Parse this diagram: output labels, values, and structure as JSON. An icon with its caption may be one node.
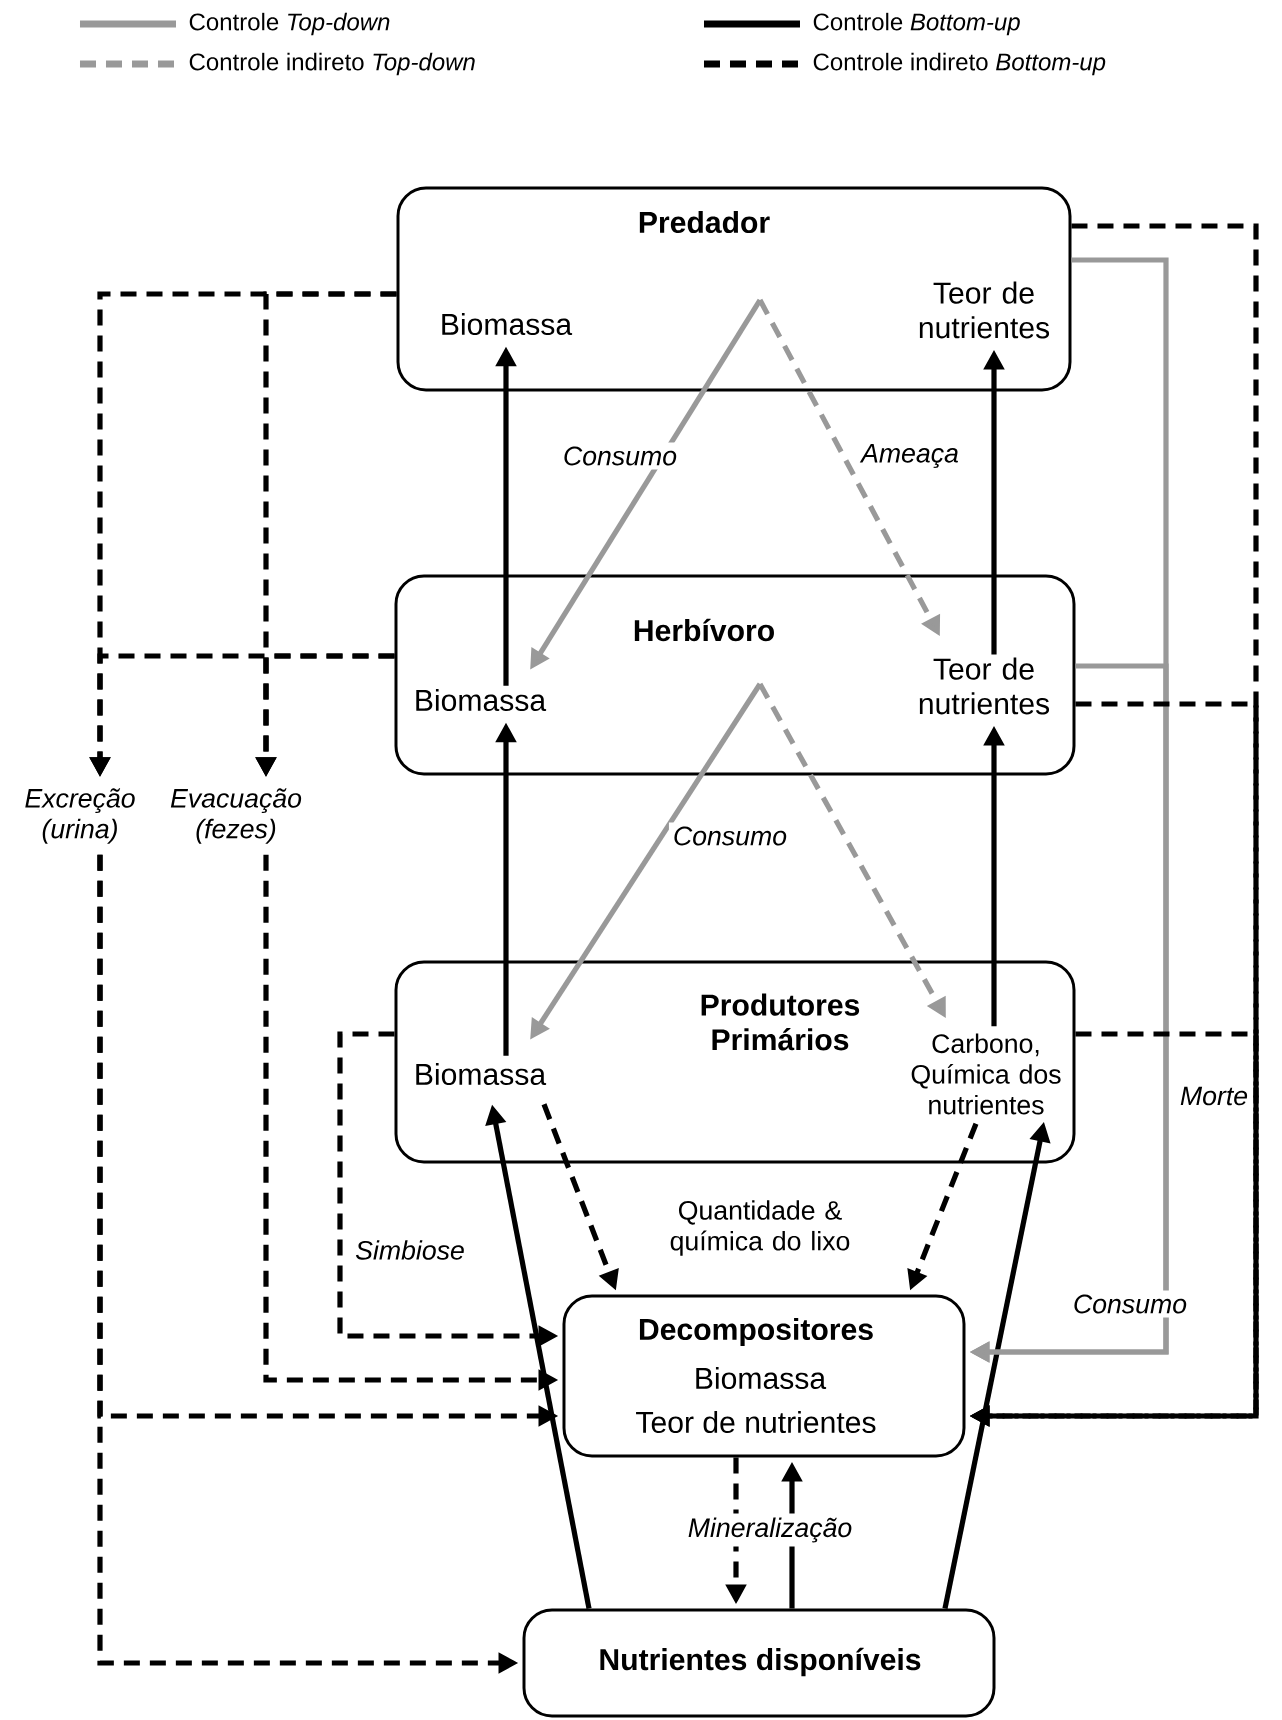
{
  "diagram": {
    "nodes": [
      {
        "text": [
          "Predador"
        ]
      },
      {
        "text": [
          "Biomassa"
        ],
        "in": 0
      },
      {
        "text": [
          "Teor de nutrientes"
        ],
        "in": 0
      },
      {
        "text": [
          "Herbívoro"
        ]
      },
      {
        "text": [
          "Biomassa"
        ],
        "in": 3
      },
      {
        "text": [
          "Teor de nutrientes"
        ],
        "in": 3
      },
      {
        "text": [
          "Produtores Primários"
        ]
      },
      {
        "text": [
          "Biomassa"
        ],
        "in": 6
      },
      {
        "text": [
          "Carbono, Química dos nutrientes"
        ],
        "in": 6
      },
      {
        "text": [
          "Decompositores",
          "Biomassa",
          "Teor de nutrientes"
        ]
      },
      {
        "text": [
          "Nutrientes disponíveis"
        ]
      },
      {
        "text": [
          "Excreção (urina)"
        ]
      },
      {
        "text": [
          "Evacuação (fezes)"
        ]
      }
    ],
    "edges": [
      {
        "from": 0,
        "to": 11,
        "arrow": "to",
        "style": "dashed"
      },
      {
        "from": 0,
        "to": 12,
        "arrow": "to",
        "style": "dashed"
      },
      {
        "from": 3,
        "to": 11,
        "arrow": "to",
        "style": "dashed"
      },
      {
        "from": 3,
        "to": 12,
        "arrow": "to",
        "style": "dashed"
      },
      {
        "from": 4,
        "to": 1,
        "arrow": "to"
      },
      {
        "from": 5,
        "to": 2,
        "arrow": "to"
      },
      {
        "from": 0,
        "to": 4,
        "arrow": "to",
        "label": "Consumo",
        "color": "#999999"
      },
      {
        "from": 0,
        "to": 5,
        "arrow": "to",
        "label": "Ameaça",
        "style": "dashed",
        "color": "#999999"
      },
      {
        "from": 7,
        "to": 4,
        "arrow": "to"
      },
      {
        "from": 8,
        "to": 5,
        "arrow": "to"
      },
      {
        "from": 3,
        "to": 7,
        "arrow": "to",
        "label": "Consumo",
        "color": "#999999"
      },
      {
        "from": 3,
        "to": 8,
        "arrow": "to",
        "style": "dashed",
        "color": "#999999"
      },
      {
        "from": 7,
        "to": 9,
        "arrow": "to",
        "style": "dashed"
      },
      {
        "from": 8,
        "to": 9,
        "arrow": "to",
        "style": "dashed"
      },
      {
        "from": 6,
        "to": 9,
        "arrow": "to",
        "label": "Simbiose",
        "style": "dashed"
      },
      {
        "from": 11,
        "to": 9,
        "arrow": "to",
        "style": "dashed"
      },
      {
        "from": 11,
        "to": 10,
        "arrow": "to",
        "style": "dashed"
      },
      {
        "from": 12,
        "to": 9,
        "arrow": "to",
        "style": "dashed"
      },
      {
        "from": 10,
        "to": 7,
        "arrow": "to"
      },
      {
        "from": 10,
        "to": 8,
        "arrow": "to"
      },
      {
        "from": 9,
        "to": 10,
        "arrow": "to",
        "label": "Mineralização",
        "style": "dashed"
      },
      {
        "from": 10,
        "to": 9,
        "arrow": "to"
      },
      {
        "from": 0,
        "to": 9,
        "arrow": "to",
        "label": "Morte",
        "color": "#999999"
      },
      {
        "from": 3,
        "to": 9,
        "arrow": "to",
        "label": "Consumo",
        "color": "#999999"
      },
      {
        "from": 0,
        "to": 9,
        "arrow": "to",
        "style": "dashed"
      },
      {
        "from": 3,
        "to": 9,
        "arrow": "to",
        "style": "dashed"
      },
      {
        "from": 6,
        "to": 9,
        "arrow": "to",
        "style": "dashed"
      }
    ],
    "labels": [
      "Quantidade & química do lixo"
    ],
    "legend": [
      {
        "text": "Controle *Top-down*"
      },
      {
        "text": "Controle indireto *Top-down*"
      },
      {
        "text": "Controle *Bottom-up*"
      },
      {
        "text": "Controle indireto *Bottom-up*"
      }
    ]
  }
}
